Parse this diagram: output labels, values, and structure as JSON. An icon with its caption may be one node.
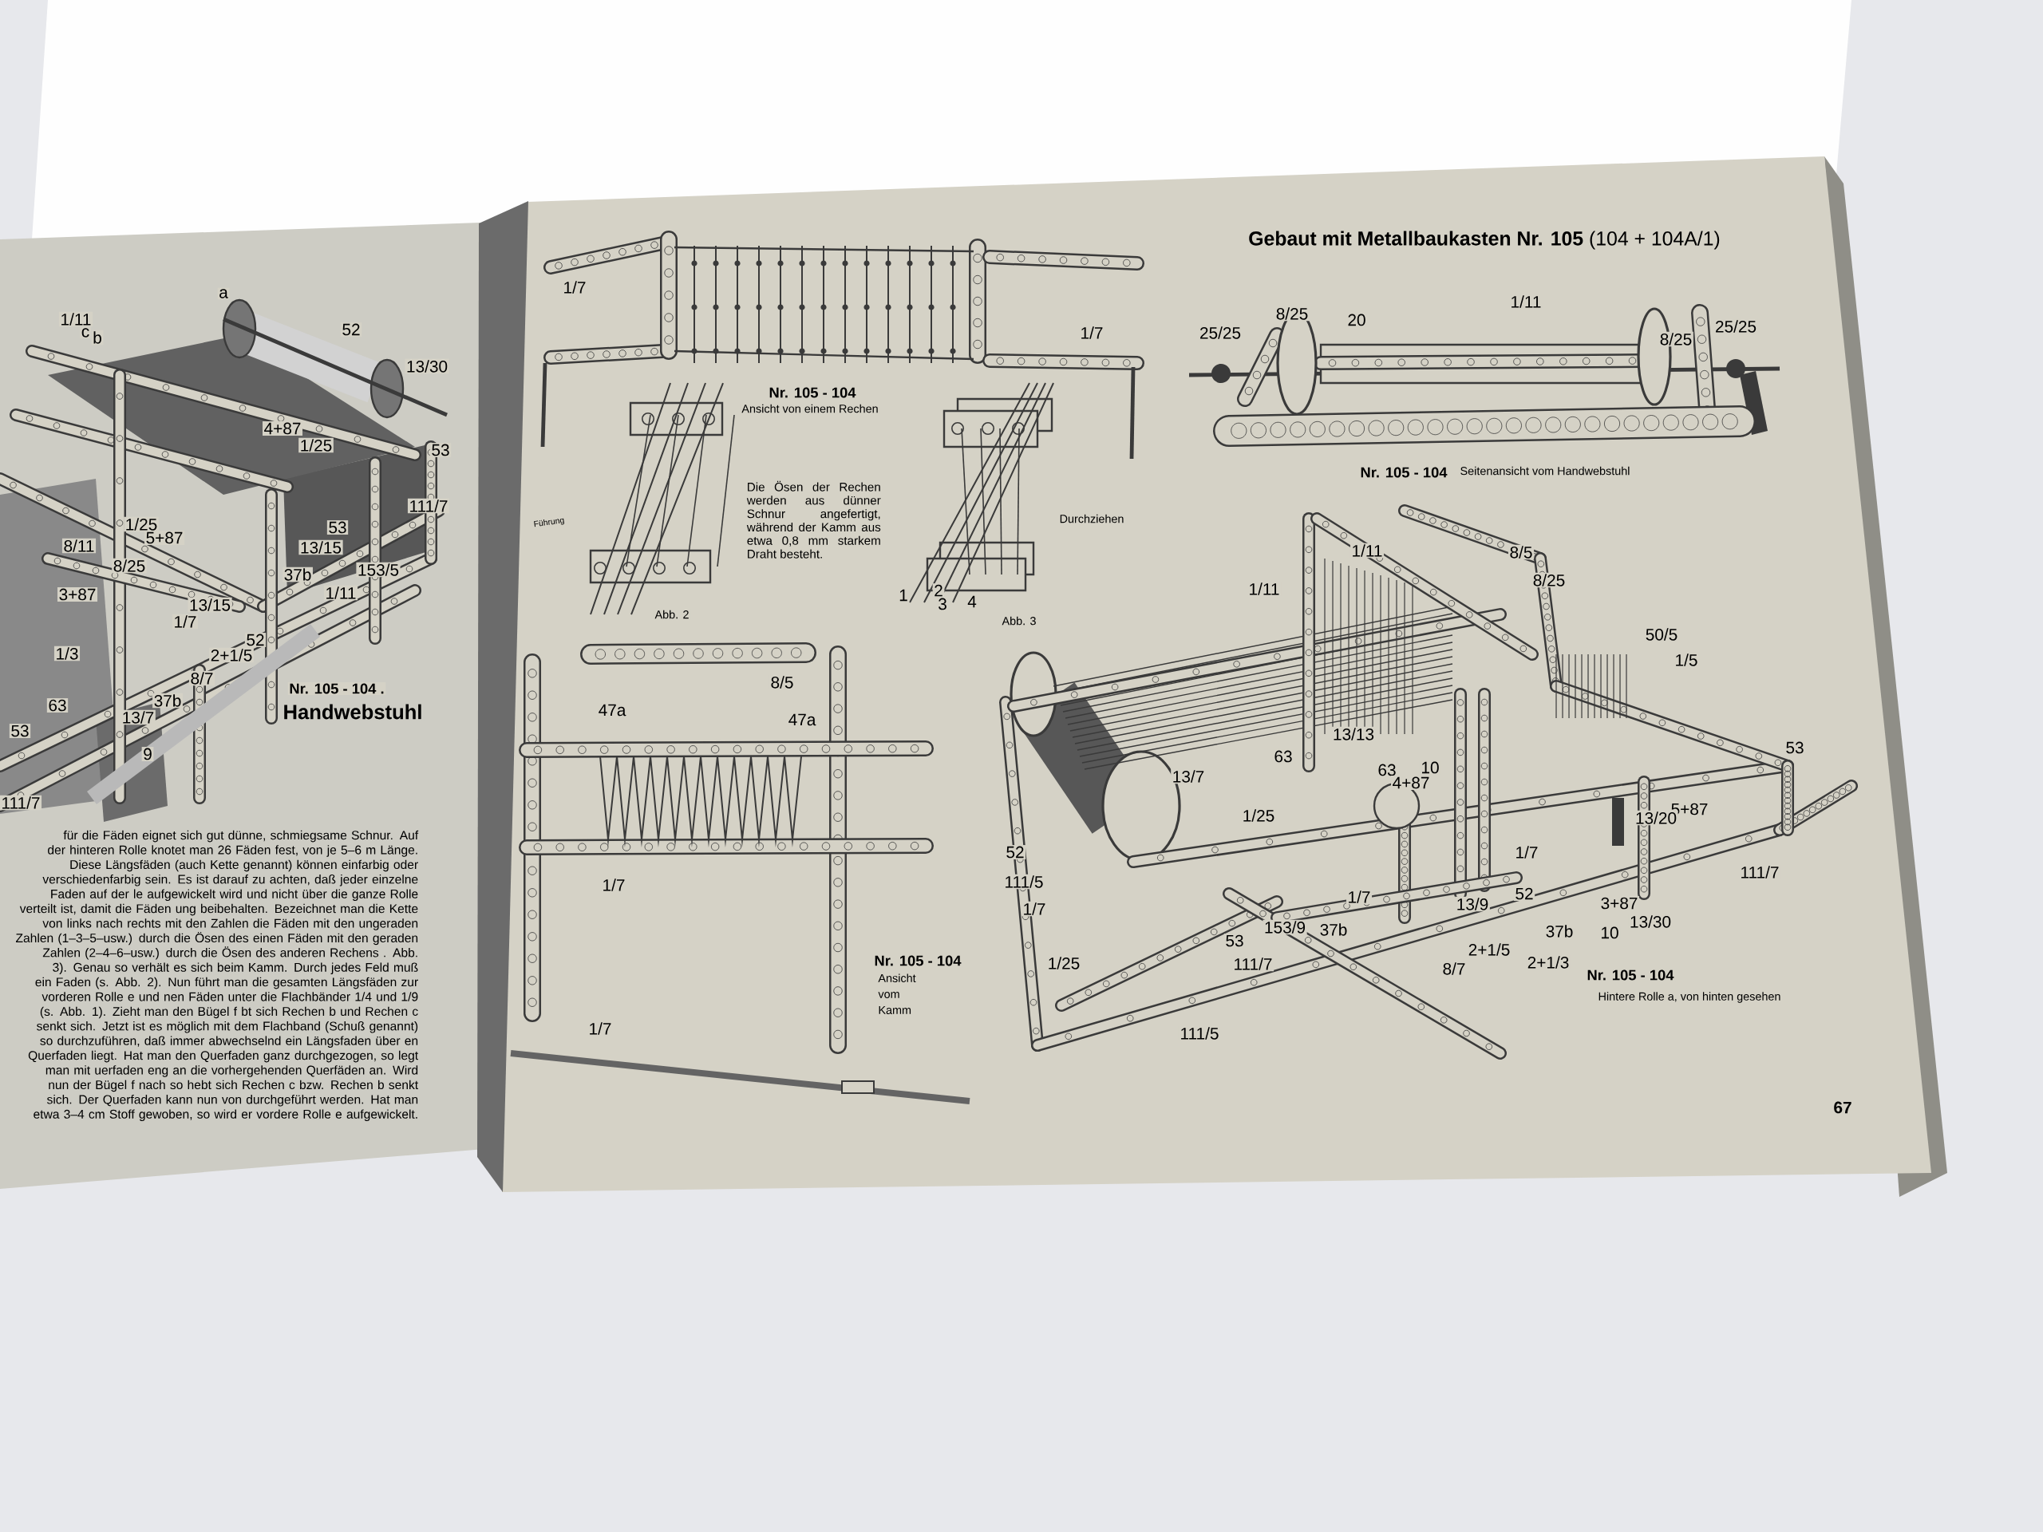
{
  "diagram": {
    "title": "**Gebaut mit Metallbaukasten Nr. 105** (104 + 104A/1)",
    "labels": [
      "a",
      "1/11",
      "c",
      "b",
      "52",
      "13/30",
      "4+87",
      "1/25",
      "53",
      "111/7",
      "1/25",
      "53",
      "5+87",
      "8/11",
      "13/15",
      "8/25",
      "153/5",
      "37b",
      "1/11",
      "3+87",
      "13/15",
      "1/7",
      "52",
      "1/3",
      "2+1/5",
      "8/7",
      "Nr. 105 - 104 .",
      "37b",
      "63",
      "Handwebstuhl",
      "13/7",
      "53",
      "9",
      "111/7",
      "für die Fäden eignet sich gut dünne, schmiegsame Schnur. Auf der hinteren Rolle knotet man 26 Fäden fest, von je 5–6 m Länge. Diese Längsfäden (auch Kette genannt) können einfarbig oder verschiedenfarbig sein. Es ist darauf zu achten, daß jeder einzelne Faden auf der le aufgewickelt wird und nicht über die ganze Rolle verteilt ist, damit die Fäden ung beibehalten. Bezeichnet man die Kette von links nach rechts mit den Zahlen die Fäden mit den ungeraden Zahlen (1–3–5–usw.) durch die Ösen des einen Fäden mit den geraden Zahlen (2–4–6–usw.) durch die Ösen des anderen Rechens . Abb. 3). Genau so verhält es sich beim Kamm. Durch jedes Feld muß ein Faden (s. Abb. 2). Nun führt man die gesamten Längsfäden zur vorderen Rolle e und nen Fäden unter die Flachbänder 1/4 und 1/9 (s. Abb. 1). Zieht man den Bügel f bt sich Rechen b und Rechen c senkt sich. Jetzt ist es möglich mit dem Flachband (Schuß genannt) so durchzuführen, daß immer abwechselnd ein Längsfaden über en Querfaden liegt. Hat man den Querfaden ganz durchgezogen, so legt man mit uerfaden eng an die vorhergehenden Querfäden an. Wird nun der Bügel f nach so hebt sich Rechen c bzw. Rechen b senkt sich. Der Querfaden kann nun von durchgeführt werden. Hat man etwa 3–4 cm Stoff gewoben, so wird er vordere Rolle e aufgewickelt.",
      "1/7",
      "1/7",
      "Nr. 105 - 104",
      "Ansicht von einem Rechen",
      "Die Ösen der Rechen werden aus dünner Schnur angefertigt, während der Kamm aus etwa 0,8 mm starkem Draht besteht.",
      "Führung",
      "Durchziehen",
      "1",
      "2",
      "3",
      "4",
      "Abb. 2",
      "Abb. 3",
      "8/5",
      "47a",
      "47a",
      "1/7",
      "Nr. 105 - 104",
      "Ansicht vom Kamm",
      "1/7",
      "1/11",
      "8/25",
      "20",
      "25/25",
      "25/25",
      "8/25",
      "Nr. 105 - 104",
      "Seitenansicht vom Handwebstuhl",
      "1/11",
      "8/5",
      "8/25",
      "1/11",
      "50/5",
      "1/5",
      "13/13",
      "53",
      "63",
      "10",
      "63",
      "13/7",
      "4+87",
      "5+87",
      "1/25",
      "13/20",
      "52",
      "1/7",
      "111/7",
      "111/5",
      "52",
      "1/7",
      "3+87",
      "13/9",
      "1/7",
      "13/30",
      "153/9",
      "37b",
      "37b",
      "10",
      "53",
      "2+1/5",
      "2+1/3",
      "1/25",
      "111/7",
      "8/7",
      "Nr. 105 - 104",
      "Hintere Rolle a, von hinten gesehen",
      "111/5",
      "67"
    ]
  }
}
